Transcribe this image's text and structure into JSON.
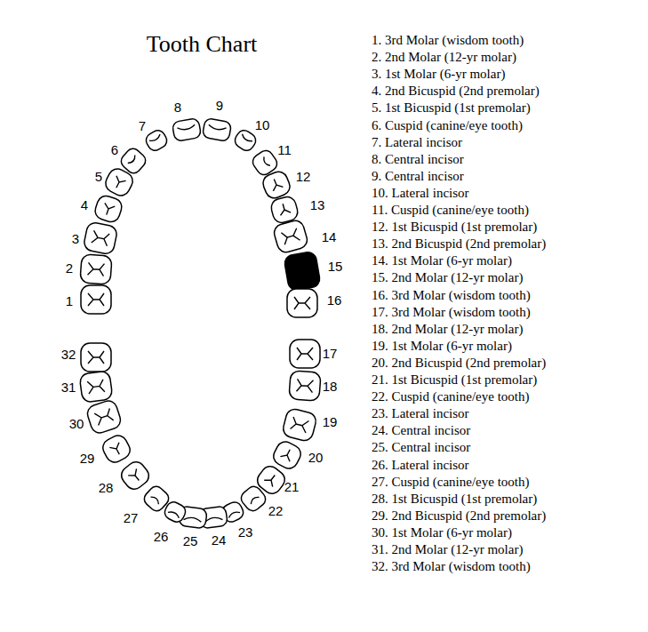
{
  "diagram": {
    "title": "Tooth Chart",
    "labels": [
      "1",
      "2",
      "3",
      "4",
      "5",
      "6",
      "7",
      "8",
      "9",
      "10",
      "11",
      "12",
      "13",
      "14",
      "15",
      "16",
      "17",
      "18",
      "19",
      "20",
      "21",
      "22",
      "23",
      "24",
      "25",
      "26",
      "27",
      "28",
      "29",
      "30",
      "31",
      "32",
      "1. 3rd Molar (wisdom tooth)",
      "2. 2nd Molar (12-yr molar)",
      "3. 1st Molar (6-yr molar)",
      "4. 2nd Bicuspid (2nd premolar)",
      "5. 1st Bicuspid (1st premolar)",
      "6. Cuspid (canine/eye tooth)",
      "7. Lateral incisor",
      "8. Central incisor",
      "9. Central incisor",
      "10. Lateral incisor",
      "11. Cuspid (canine/eye tooth)",
      "12. 1st Bicuspid (1st premolar)",
      "13. 2nd Bicuspid (2nd premolar)",
      "14. 1st Molar (6-yr molar)",
      "15. 2nd Molar (12-yr molar)",
      "16. 3rd Molar (wisdom tooth)",
      "17. 3rd Molar (wisdom tooth)",
      "18. 2nd Molar (12-yr molar)",
      "19. 1st Molar (6-yr molar)",
      "20. 2nd Bicuspid (2nd premolar)",
      "21. 1st Bicuspid (1st premolar)",
      "22. Cuspid (canine/eye tooth)",
      "23. Lateral incisor",
      "24. Central incisor",
      "25. Central incisor",
      "26. Lateral incisor",
      "27. Cuspid (canine/eye tooth)",
      "28. 1st Bicuspid (1st premolar)",
      "29. 2nd Bicuspid (2nd premolar)",
      "30. 1st Molar (6-yr molar)",
      "31. 2nd Molar (12-yr molar)",
      "32. 3rd Molar (wisdom tooth)"
    ]
  }
}
